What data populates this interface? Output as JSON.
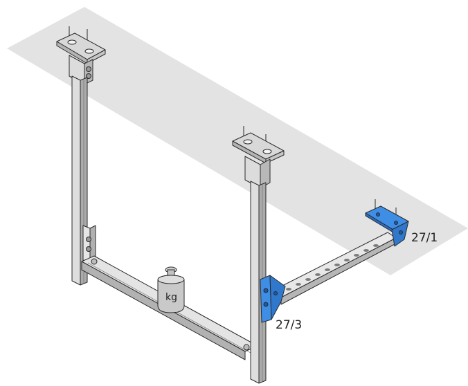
{
  "labels": {
    "part_ceiling": "27/1",
    "part_post": "27/3",
    "weight": "kg"
  },
  "colors": {
    "ceiling": "#e2e2e2",
    "steel": "#dadada",
    "steel_dark": "#a8a8a8",
    "steel_light": "#f2f2f2",
    "highlight": "#3f8ee6",
    "outline": "#2a2a2a"
  },
  "icons": [
    "weight-icon"
  ]
}
